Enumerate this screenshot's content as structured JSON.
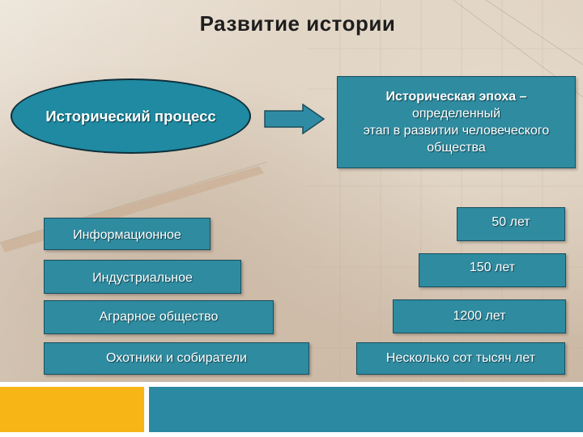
{
  "title": "Развитие истории",
  "ellipse_label": "Исторический процесс",
  "definition": {
    "line1": "Историческая эпоха –",
    "line2": "определенный",
    "line3": "этап в развитии человеческого",
    "line4": "общества"
  },
  "stages": [
    {
      "label": "Информационное",
      "duration": "50 лет"
    },
    {
      "label": "Индустриальное",
      "duration": "150 лет"
    },
    {
      "label": "Аграрное общество",
      "duration": "1200 лет"
    },
    {
      "label": "Охотники и собиратели",
      "duration": "Несколько сот тысяч лет"
    }
  ],
  "colors": {
    "teal": "#2e8ba0",
    "orange_bar": "#f7b516",
    "blue_bar": "#2b8aa2"
  },
  "icons": [
    "right-arrow-icon"
  ]
}
